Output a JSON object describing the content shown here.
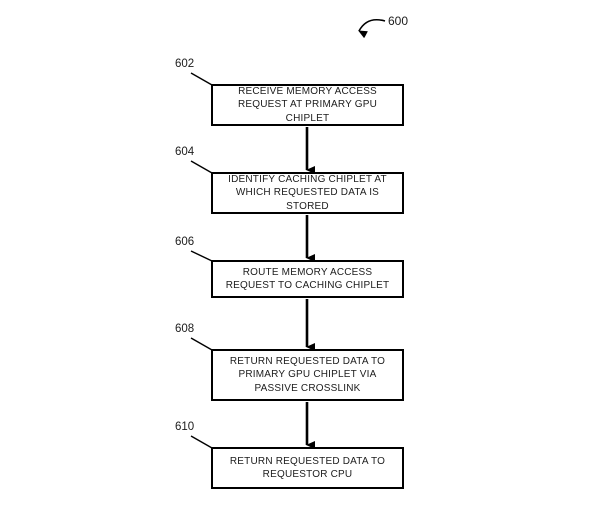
{
  "figure": {
    "label": "600"
  },
  "steps": [
    {
      "ref": "602",
      "label": "RECEIVE MEMORY ACCESS REQUEST AT PRIMARY GPU CHIPLET"
    },
    {
      "ref": "604",
      "label": "IDENTIFY CACHING CHIPLET AT WHICH REQUESTED DATA IS STORED"
    },
    {
      "ref": "606",
      "label": "ROUTE MEMORY ACCESS REQUEST TO CACHING CHIPLET"
    },
    {
      "ref": "608",
      "label": "RETURN REQUESTED DATA TO PRIMARY GPU CHIPLET VIA PASSIVE CROSSLINK"
    },
    {
      "ref": "610",
      "label": "RETURN REQUESTED DATA TO REQUESTOR CPU"
    }
  ],
  "colors": {
    "line": "#000000",
    "text": "#1c1c1c",
    "background": "#ffffff"
  }
}
